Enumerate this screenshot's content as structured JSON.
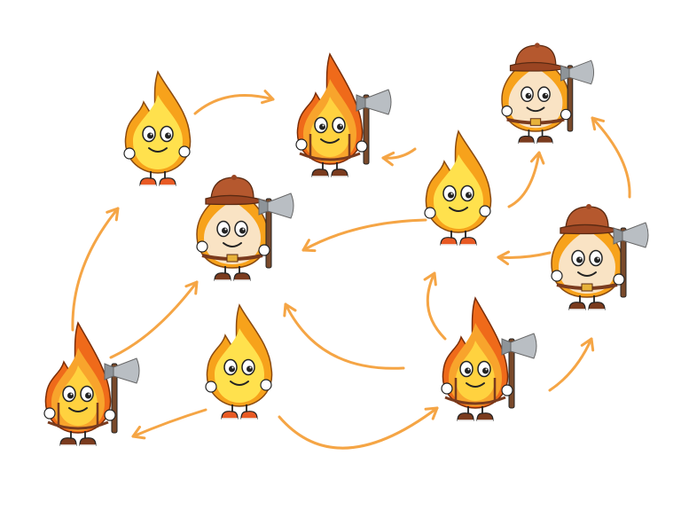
{
  "colors": {
    "arrow": "#F5A545",
    "flame_outer_small": "#F7A21B",
    "flame_inner_small": "#FFE14D",
    "flame_outer_large": "#EF6A1A",
    "flame_inner_large": "#FFD23F",
    "face_cream": "#F9E3C4",
    "cap": "#B5582E",
    "shoe_small": "#E85A24",
    "shoe_large": "#7A3B1E",
    "axe_blade": "#B9BEC3",
    "axe_handle": "#7A4A2B"
  },
  "characters": [
    {
      "id": "plain-flame-1",
      "variant": "plain",
      "icon": "flame-mascot-icon"
    },
    {
      "id": "lumberjack-flame-1",
      "variant": "lumberjack",
      "icon": "flame-lumberjack-icon"
    },
    {
      "id": "capped-flame-1",
      "variant": "capped",
      "icon": "flame-capped-icon"
    },
    {
      "id": "capped-flame-2",
      "variant": "capped",
      "icon": "flame-capped-icon"
    },
    {
      "id": "plain-flame-2",
      "variant": "plain",
      "icon": "flame-mascot-icon"
    },
    {
      "id": "capped-flame-3",
      "variant": "capped",
      "icon": "flame-capped-icon"
    },
    {
      "id": "lumberjack-flame-2",
      "variant": "lumberjack",
      "icon": "flame-lumberjack-icon"
    },
    {
      "id": "plain-flame-3",
      "variant": "plain",
      "icon": "flame-mascot-icon"
    },
    {
      "id": "lumberjack-flame-3",
      "variant": "lumberjack",
      "icon": "flame-lumberjack-icon"
    }
  ],
  "arrows": [
    {
      "from": "plain-flame-1",
      "to": "lumberjack-flame-1"
    },
    {
      "from": "lumberjack-flame-2",
      "to": "plain-flame-1"
    },
    {
      "from": "lumberjack-flame-2",
      "to": "capped-flame-2"
    },
    {
      "from": "plain-flame-3",
      "to": "lumberjack-flame-2"
    },
    {
      "from": "plain-flame-3",
      "to": "lumberjack-flame-3"
    },
    {
      "from": "lumberjack-flame-3",
      "to": "capped-flame-2"
    },
    {
      "from": "lumberjack-flame-3",
      "to": "plain-flame-2"
    },
    {
      "from": "lumberjack-flame-3",
      "to": "capped-flame-3"
    },
    {
      "from": "plain-flame-2",
      "to": "capped-flame-2"
    },
    {
      "from": "plain-flame-2",
      "to": "lumberjack-flame-1"
    },
    {
      "from": "plain-flame-2",
      "to": "capped-flame-1"
    },
    {
      "from": "capped-flame-3",
      "to": "plain-flame-2"
    },
    {
      "from": "capped-flame-3",
      "to": "capped-flame-1"
    }
  ]
}
